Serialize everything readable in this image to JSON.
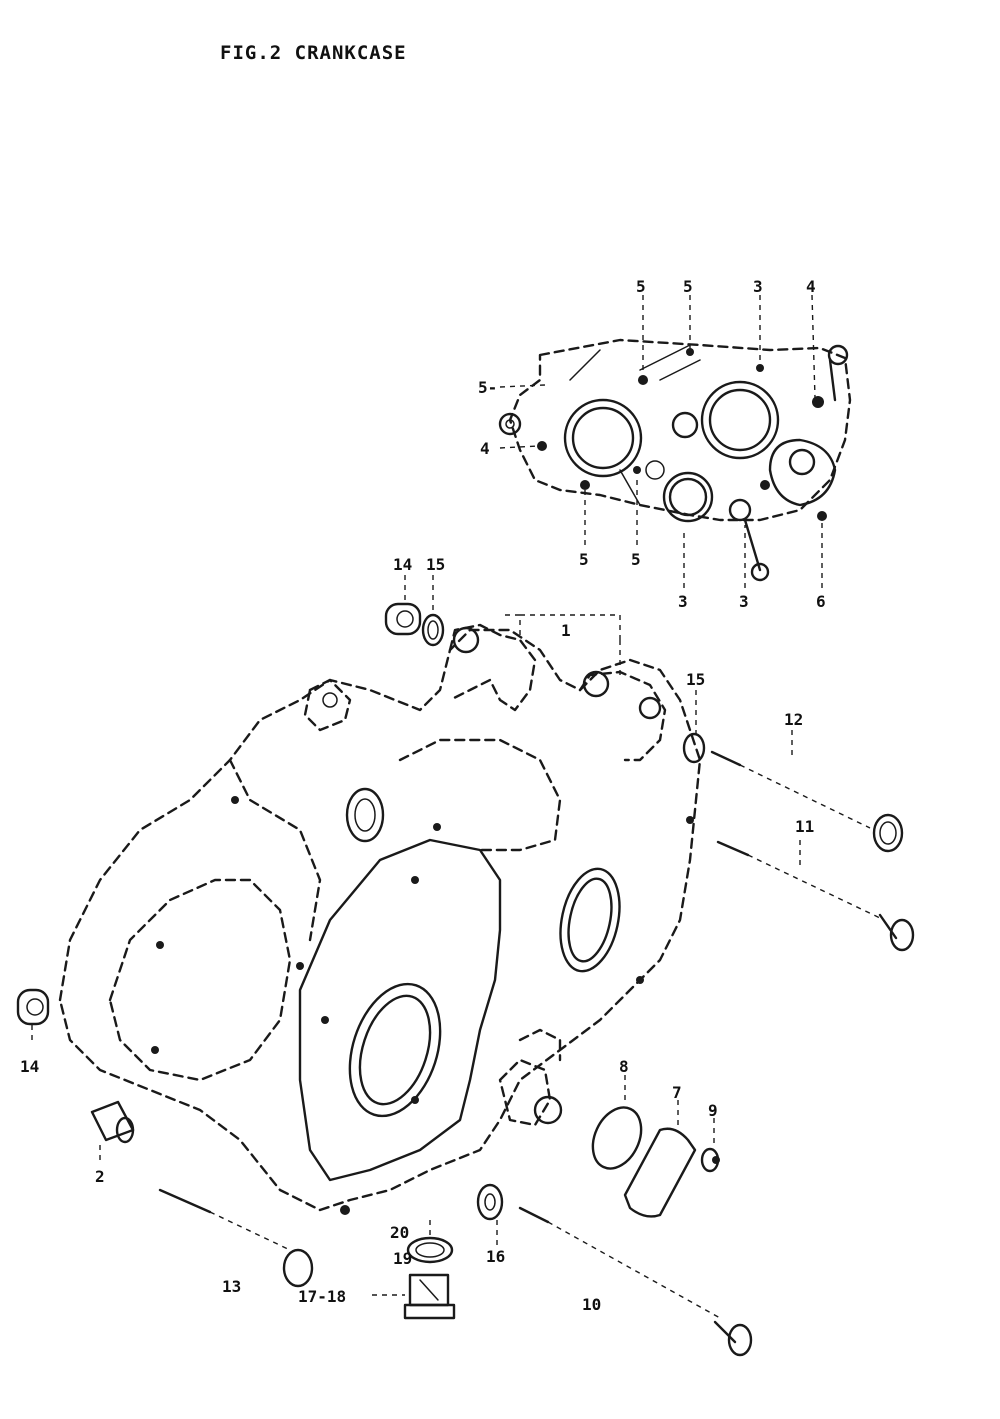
{
  "title": "FIG.2  CRANKCASE",
  "callouts": [
    "5",
    "5",
    "3",
    "4",
    "5-",
    "4",
    "5",
    "5",
    "3",
    "3",
    "6",
    "14",
    "15",
    "1",
    "15",
    "12",
    "11",
    "14",
    "8",
    "7",
    "9",
    "2",
    "20",
    "19",
    "16",
    "13",
    "17-18",
    "10"
  ]
}
